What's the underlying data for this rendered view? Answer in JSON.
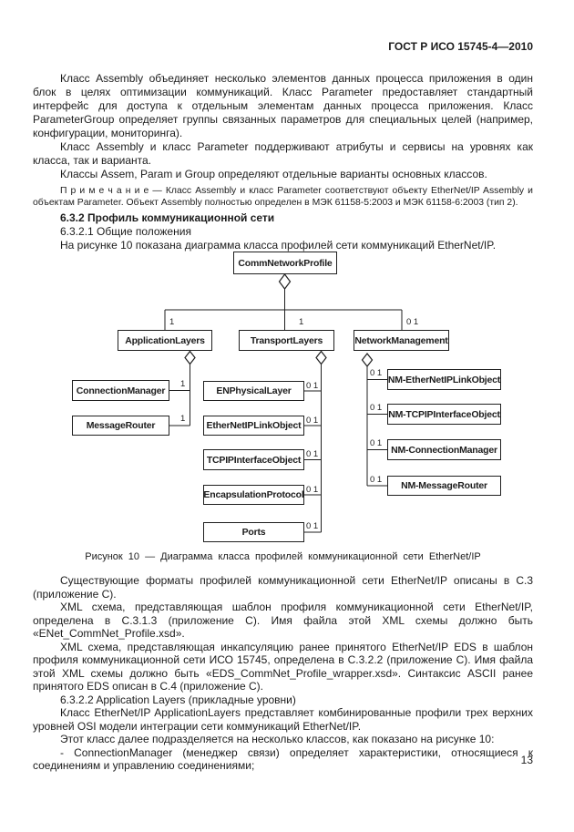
{
  "page": {
    "header": "ГОСТ Р ИСО 15745-4—2010",
    "number": "13"
  },
  "text_top": [
    "Класс Assembly объединяет несколько элементов данных процесса приложения в один блок в целях оптимизации коммуникаций. Класс Parameter предоставляет стандартный интерфейс для доступа к отдельным элементам данных процесса приложения. Класс ParameterGroup определяет группы связанных параметров для специальных целей (например, конфигурации, мониторинга).",
    "Класс Assembly и класс Parameter поддерживают атрибуты и сервисы на уровнях как класса, так и варианта.",
    "Классы Assem, Param и Group определяют отдельные варианты основных классов.",
    "П р и м е ч а н и е — Класс Assembly и класс Parameter соответствуют объекту EtherNet/IP Assembly и объектам Parameter. Объект Assembly полностью определен в МЭК 61158-5:2003 и МЭК 61158-6:2003 (тип 2).",
    "6.3.2 Профиль коммуникационной сети",
    "6.3.2.1 Общие положения",
    "На рисунке 10 показана диаграмма класса профилей сети коммуникаций EtherNet/IP."
  ],
  "figure": {
    "caption": "Рисунок 10 — Диаграмма класса профилей коммуникационной сети EtherNet/IP",
    "root": "CommNetworkProfile",
    "parents": [
      {
        "label": "ApplicationLayers",
        "mult": "1"
      },
      {
        "label": "TransportLayers",
        "mult": "1"
      },
      {
        "label": "NetworkManagement",
        "mult": "0 1"
      }
    ],
    "application_children": [
      {
        "label": "ConnectionManager",
        "mult": "1"
      },
      {
        "label": "MessageRouter",
        "mult": "1"
      }
    ],
    "transport_children": [
      {
        "label": "ENPhysicalLayer",
        "mult": "0 1"
      },
      {
        "label": "EtherNetIPLinkObject",
        "mult": "0 1"
      },
      {
        "label": "TCPIPInterfaceObject",
        "mult": "0 1"
      },
      {
        "label": "EncapsulationProtocol",
        "mult": "0 1"
      },
      {
        "label": "Ports",
        "mult": "0 1"
      }
    ],
    "network_children": [
      {
        "label": "NM-EtherNetIPLinkObject",
        "mult": "0 1"
      },
      {
        "label": "NM-TCPIPInterfaceObject",
        "mult": "0 1"
      },
      {
        "label": "NM-ConnectionManager",
        "mult": "0 1"
      },
      {
        "label": "NM-MessageRouter",
        "mult": "0 1"
      }
    ]
  },
  "text_bottom": [
    "Существующие форматы профилей коммуникационной сети EtherNet/IP описаны в С.3 (приложение С).",
    "XML схема, представляющая шаблон профиля коммуникационной сети EtherNet/IP, определена в С.3.1.3 (приложение С). Имя файла этой XML схемы должно быть «ENet_CommNet_Profile.xsd».",
    "XML схема, представляющая инкапсуляцию ранее принятого EtherNet/IP EDS в шаблон профиля коммуникационной сети ИСО 15745, определена в С.3.2.2 (приложение С). Имя файла этой XML схемы должно быть «EDS_CommNet_Profile_wrapper.xsd». Синтаксис ASCII ранее принятого EDS описан в С.4 (приложение С).",
    "6.3.2.2 Application Layers (прикладные уровни)",
    "Класс EtherNet/IP ApplicationLayers представляет комбинированные профили трех верхних уровней OSI модели интеграции сети коммуникаций EtherNet/IP.",
    "Этот класс далее подразделяется на несколько классов, как показано на рисунке 10:",
    "- ConnectionManager (менеджер связи) определяет характеристики, относящиеся к соединениям и управлению соединениями;"
  ]
}
